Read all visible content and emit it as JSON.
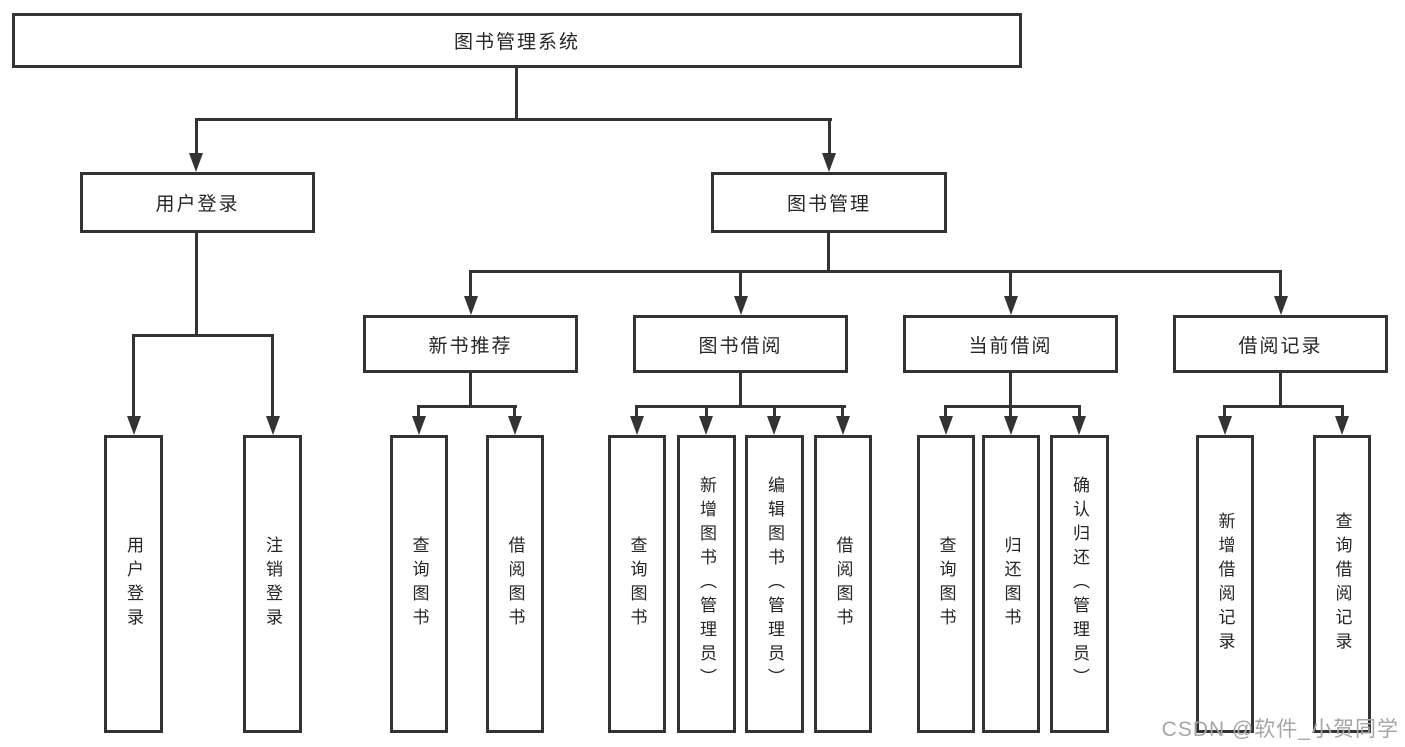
{
  "diagram": {
    "root": {
      "label": "图书管理系统"
    },
    "branches": [
      {
        "label": "用户登录"
      },
      {
        "label": "图书管理"
      }
    ],
    "modules": [
      {
        "label": "新书推荐"
      },
      {
        "label": "图书借阅"
      },
      {
        "label": "当前借阅"
      },
      {
        "label": "借阅记录"
      }
    ],
    "leaves": [
      {
        "label": "用户登录"
      },
      {
        "label": "注销登录"
      },
      {
        "label": "查询图书"
      },
      {
        "label": "借阅图书"
      },
      {
        "label": "查询图书"
      },
      {
        "label": "新增图书（管理员）"
      },
      {
        "label": "编辑图书（管理员）"
      },
      {
        "label": "借阅图书"
      },
      {
        "label": "查询图书"
      },
      {
        "label": "归还图书"
      },
      {
        "label": "确认归还（管理员）"
      },
      {
        "label": "新增借阅记录"
      },
      {
        "label": "查询借阅记录"
      }
    ]
  },
  "watermark": {
    "text": "CSDN @软件_小贺同学"
  },
  "colors": {
    "line": "#333333",
    "text": "#262626",
    "watermark": "#a6a6a6",
    "background": "#ffffff"
  }
}
